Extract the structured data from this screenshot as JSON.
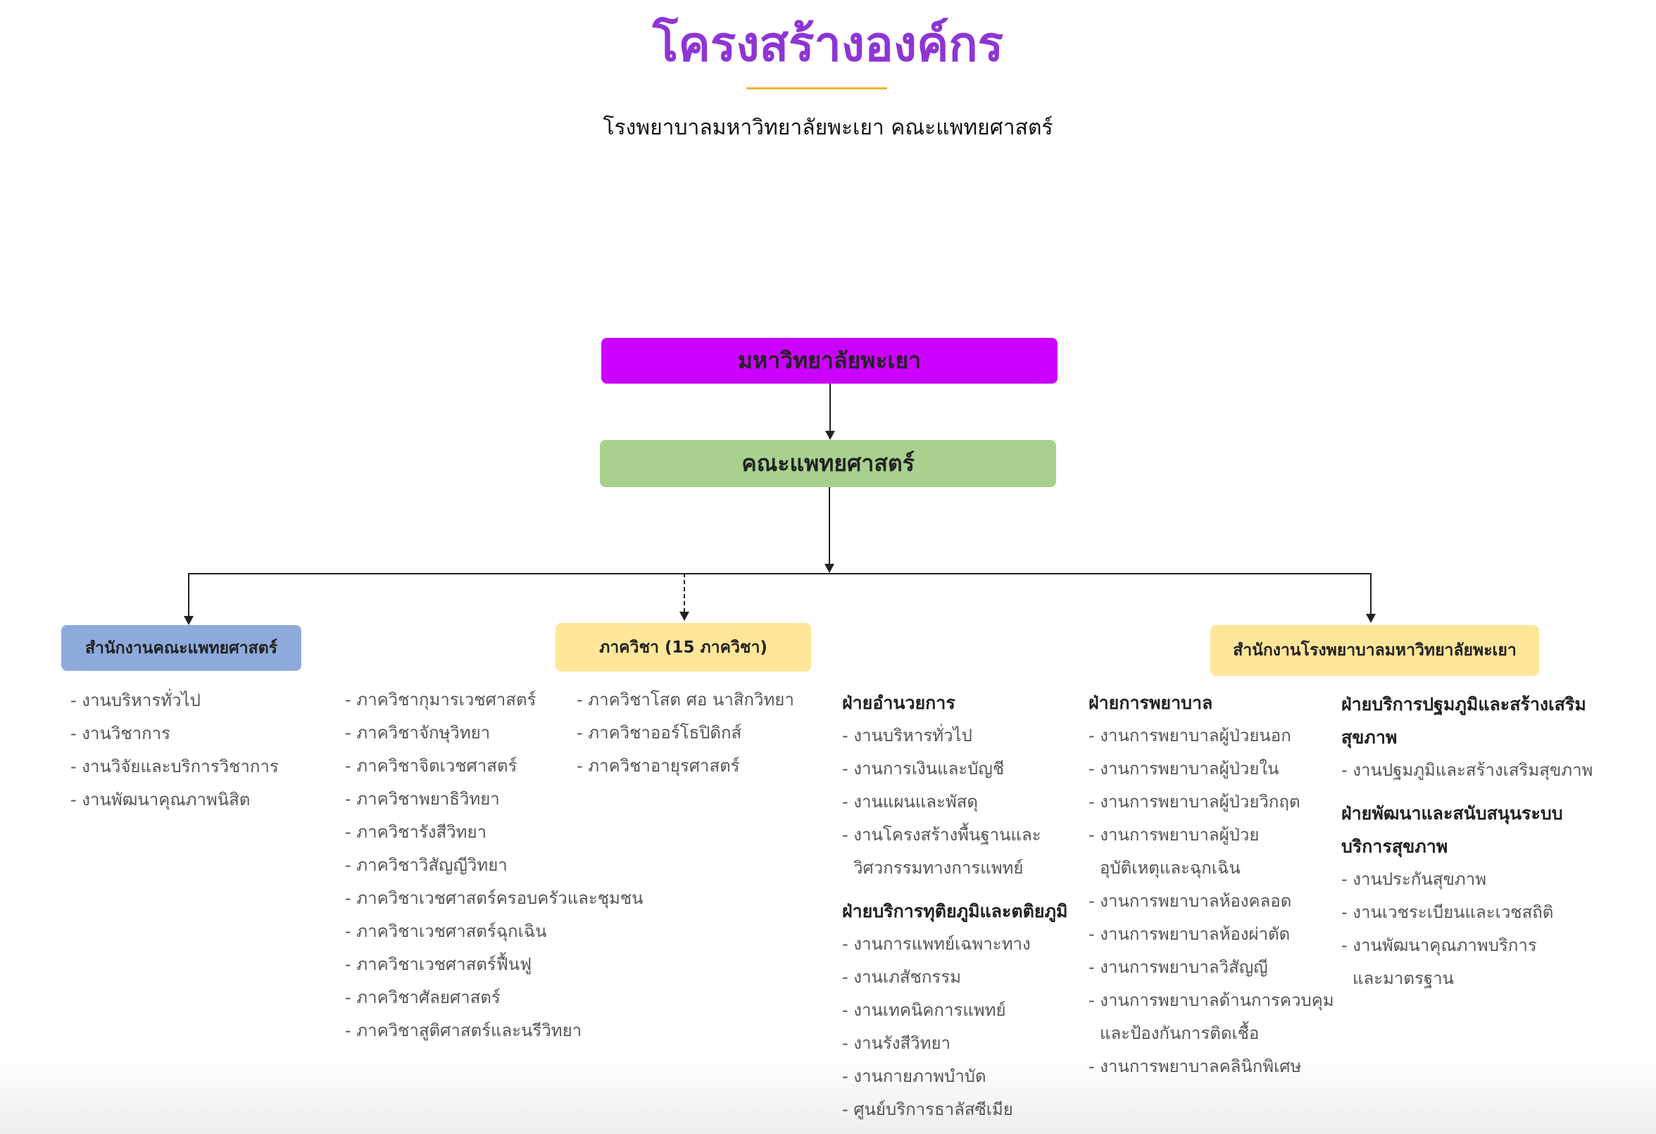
{
  "page": {
    "title": "โครงสร้างองค์กร",
    "subtitle": "โรงพยาบาลมหาวิทยาลัยพะเยา คณะแพทยศาสตร์"
  },
  "colors": {
    "university": "#cc00ff",
    "faculty": "#a9d18e",
    "office": "#8eaadb",
    "department": "#ffe699",
    "title": "#8e35d4",
    "rule": "#f2b531"
  },
  "chart": {
    "university": "มหาวิทยาลัยพะเยา",
    "faculty": "คณะแพทยศาสตร์",
    "faculty_office": "สำนักงานคณะแพทยศาสตร์",
    "departments": "ภาควิชา (15 ภาควิชา)",
    "hospital_office": "สำนักงานโรงพยาบาลมหาวิทยาลัยพะเยา"
  },
  "columns": [
    [
      {
        "type": "item",
        "text": "- งานบริหารทั่วไป"
      },
      {
        "type": "item",
        "text": "- งานวิชาการ"
      },
      {
        "type": "item",
        "text": "- งานวิจัยและบริการวิชาการ"
      },
      {
        "type": "item",
        "text": "- งานพัฒนาคุณภาพนิสิต"
      }
    ],
    [
      {
        "type": "item",
        "text": "- ภาควิชากุมารเวชศาสตร์"
      },
      {
        "type": "item",
        "text": "- ภาควิชาจักษุวิทยา"
      },
      {
        "type": "item",
        "text": "- ภาควิชาจิตเวชศาสตร์"
      },
      {
        "type": "item",
        "text": "- ภาควิชาพยาธิวิทยา"
      },
      {
        "type": "item",
        "text": "- ภาควิชารังสีวิทยา"
      },
      {
        "type": "item",
        "text": "- ภาควิชาวิสัญญีวิทยา"
      },
      {
        "type": "item",
        "text": "- ภาควิชาเวชศาสตร์ครอบครัวและชุมชน"
      },
      {
        "type": "item",
        "text": "- ภาควิชาเวชศาสตร์ฉุกเฉิน"
      },
      {
        "type": "item",
        "text": "- ภาควิชาเวชศาสตร์ฟื้นฟู"
      },
      {
        "type": "item",
        "text": "- ภาควิชาศัลยศาสตร์"
      },
      {
        "type": "item",
        "text": "- ภาควิชาสูติศาสตร์และนรีวิทยา"
      }
    ],
    [
      {
        "type": "item",
        "text": "- ภาควิชาโสต ศอ นาสิกวิทยา"
      },
      {
        "type": "item",
        "text": "- ภาควิชาออร์โธปิดิกส์"
      },
      {
        "type": "item",
        "text": "- ภาควิชาอายุรศาสตร์"
      }
    ],
    [
      {
        "type": "head",
        "text": "ฝ่ายอำนวยการ"
      },
      {
        "type": "item",
        "text": "- งานบริหารทั่วไป"
      },
      {
        "type": "item",
        "text": "- งานการเงินและบัญชี"
      },
      {
        "type": "item",
        "text": "- งานแผนและพัสดุ"
      },
      {
        "type": "item",
        "text": "- งานโครงสร้างพื้นฐานและ"
      },
      {
        "type": "cont",
        "text": "วิศวกรรมทางการแพทย์"
      },
      {
        "type": "head",
        "text": "ฝ่ายบริการทุติยภูมิและตติยภูมิ",
        "gap": true
      },
      {
        "type": "item",
        "text": "- งานการแพทย์เฉพาะทาง"
      },
      {
        "type": "item",
        "text": "- งานเภสัชกรรม"
      },
      {
        "type": "item",
        "text": "- งานเทคนิคการแพทย์"
      },
      {
        "type": "item",
        "text": "- งานรังสีวิทยา"
      },
      {
        "type": "item",
        "text": "- งานกายภาพบำบัด"
      },
      {
        "type": "item",
        "text": "- ศูนย์บริการธาลัสซีเมีย"
      }
    ],
    [
      {
        "type": "head",
        "text": "ฝ่ายการพยาบาล"
      },
      {
        "type": "item",
        "text": "- งานการพยาบาลผู้ป่วยนอก"
      },
      {
        "type": "item",
        "text": "- งานการพยาบาลผู้ป่วยใน"
      },
      {
        "type": "item",
        "text": "- งานการพยาบาลผู้ป่วยวิกฤต"
      },
      {
        "type": "item",
        "text": "- งานการพยาบาลผู้ป่วย"
      },
      {
        "type": "cont",
        "text": "อุบัติเหตุและฉุกเฉิน"
      },
      {
        "type": "item",
        "text": "- งานการพยาบาลห้องคลอด"
      },
      {
        "type": "item",
        "text": "- งานการพยาบาลห้องผ่าตัด"
      },
      {
        "type": "item",
        "text": "- งานการพยาบาลวิสัญญี"
      },
      {
        "type": "item",
        "text": "- งานการพยาบาลด้านการควบคุม"
      },
      {
        "type": "cont",
        "text": "และป้องกันการติดเชื้อ"
      },
      {
        "type": "item",
        "text": "- งานการพยาบาลคลินิกพิเศษ"
      }
    ],
    [
      {
        "type": "head",
        "text": "ฝ่ายบริการปฐมภูมิและสร้างเสริม"
      },
      {
        "type": "headcont",
        "text": "สุขภาพ"
      },
      {
        "type": "item",
        "text": "- งานปฐมภูมิและสร้างเสริมสุขภาพ"
      },
      {
        "type": "head",
        "text": "ฝ่ายพัฒนาและสนับสนุนระบบ",
        "gap": true
      },
      {
        "type": "headcont",
        "text": "บริการสุขภาพ"
      },
      {
        "type": "item",
        "text": "- งานประกันสุขภาพ"
      },
      {
        "type": "item",
        "text": "- งานเวชระเบียนและเวชสถิติ"
      },
      {
        "type": "item",
        "text": "- งานพัฒนาคุณภาพบริการ"
      },
      {
        "type": "cont",
        "text": "และมาตรฐาน"
      }
    ]
  ]
}
